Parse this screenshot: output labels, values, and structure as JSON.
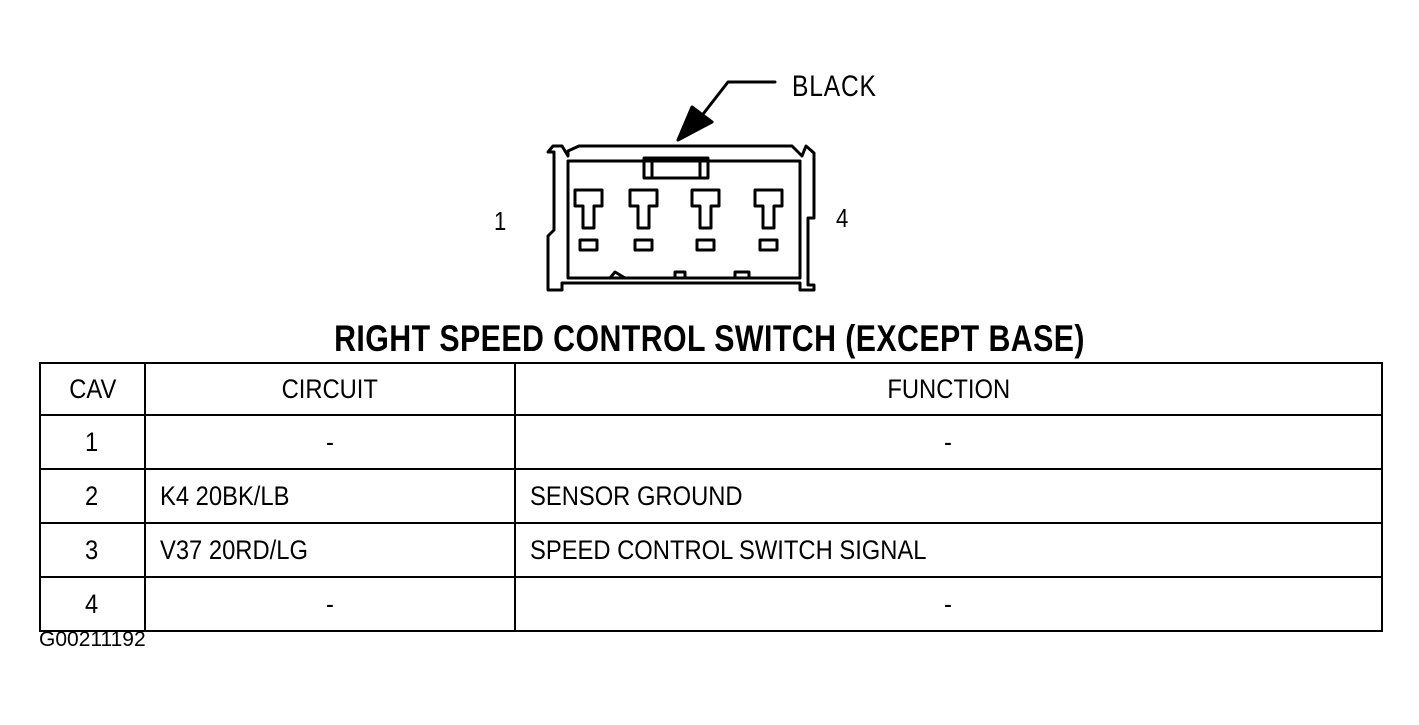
{
  "diagram": {
    "callout_label": "BLACK",
    "pin_left_label": "1",
    "pin_right_label": "4"
  },
  "table": {
    "title": "RIGHT SPEED CONTROL SWITCH (EXCEPT BASE)",
    "headers": {
      "cav": "CAV",
      "circuit": "CIRCUIT",
      "function": "FUNCTION"
    },
    "rows": [
      {
        "cav": "1",
        "circuit": "-",
        "function": "-"
      },
      {
        "cav": "2",
        "circuit": "K4 20BK/LB",
        "function": "SENSOR GROUND"
      },
      {
        "cav": "3",
        "circuit": "V37 20RD/LG",
        "function": "SPEED CONTROL SWITCH SIGNAL"
      },
      {
        "cav": "4",
        "circuit": "-",
        "function": "-"
      }
    ]
  },
  "reference_code": "G00211192"
}
